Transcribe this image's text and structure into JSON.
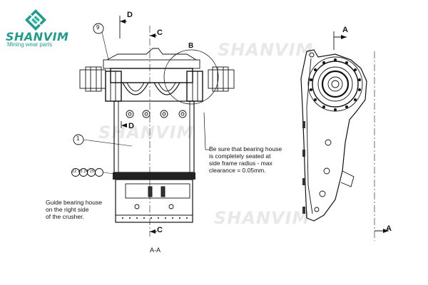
{
  "brand": {
    "name": "SHANVIM",
    "tagline": "Mining wear parts",
    "color": "#1f9c8c"
  },
  "watermark": "SHANVIM",
  "section_labels": {
    "d_top": "D",
    "d_mid": "D",
    "c_top": "C",
    "c_bottom": "C",
    "b": "B",
    "a_top": "A",
    "a_bottom": "A"
  },
  "callouts": {
    "nine": "9",
    "one": "1",
    "parts_row": "22 23 24 25"
  },
  "notes": {
    "bearing": "Be sure that bearing house\nis completely seated at\nside frame radius - max\nclearance = 0.05mm.",
    "guide": "Guide bearing house\non the right side\nof the crusher."
  },
  "view_label": "A-A",
  "icons": {
    "logo": "shanvim-diamond-logo-icon"
  }
}
